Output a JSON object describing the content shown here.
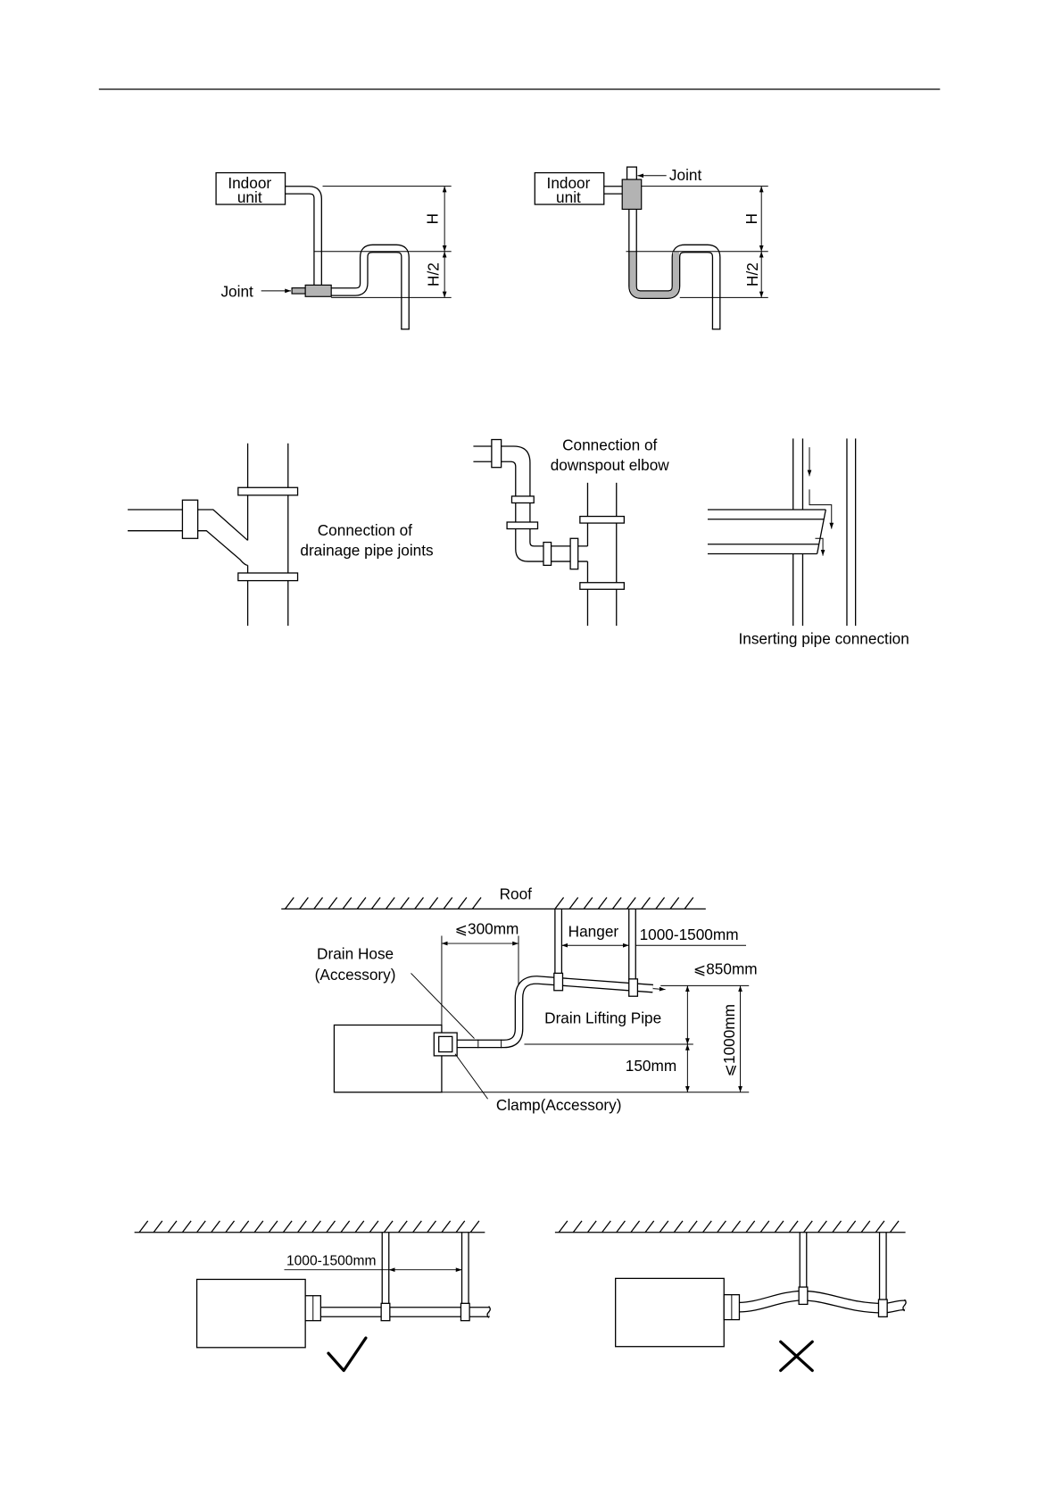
{
  "figure_u_trap_joint_low": {
    "unit_line1": "Indoor",
    "unit_line2": "unit",
    "dim_h": "H",
    "dim_h_half": "H/2",
    "joint_label": "Joint"
  },
  "figure_u_trap_joint_high": {
    "unit_line1": "Indoor",
    "unit_line2": "unit",
    "joint_label": "Joint",
    "dim_h": "H",
    "dim_h_half": "H/2"
  },
  "figure_drainage_joints": {
    "caption_line1": "Connection of",
    "caption_line2": "drainage pipe joints"
  },
  "figure_downspout_elbow": {
    "caption_line1": "Connection of",
    "caption_line2": "downspout elbow"
  },
  "figure_inserting_pipe": {
    "caption": "Inserting pipe connection"
  },
  "figure_drain_lifting": {
    "roof": "Roof",
    "max_300": "⩽300mm",
    "hanger": "Hanger",
    "hanger_spacing": "1000-1500mm",
    "drain_hose_line1": "Drain Hose",
    "drain_hose_line2": "(Accessory)",
    "max_850": "⩽850mm",
    "drain_lifting_pipe": "Drain Lifting Pipe",
    "max_1000": "⩽1000mm",
    "dim_150": "150mm",
    "clamp": "Clamp(Accessory)"
  },
  "figure_hanger_comparison": {
    "hanger_spacing": "1000-1500mm",
    "correct_icon": "check-mark-icon",
    "wrong_icon": "cross-mark-icon"
  }
}
